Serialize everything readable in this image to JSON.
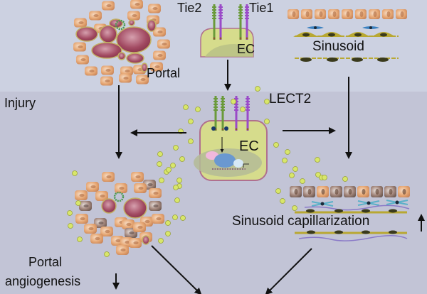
{
  "sections": {
    "injury_label": "Injury"
  },
  "normal": {
    "portal_label": "Portal",
    "receptor_left_label": "Tie2",
    "receptor_right_label": "Tie1",
    "cell_label": "EC",
    "sinusoid_label": "Sinusoid"
  },
  "injury": {
    "ligand_label": "LECT2",
    "cell_label": "EC",
    "sinusoid_outcome_label": "Sinusoid capillarization",
    "portal_outcome_line1": "Portal",
    "portal_outcome_line2": "angiogenesis"
  },
  "colors": {
    "background_top": "#ccd1e1",
    "background_bottom": "#c2c4d6",
    "cell_fill": "#d6dc8c",
    "cell_border": "#b0708e",
    "tie2": "#6a9a3a",
    "tie1": "#9a4ac8",
    "lect2_dot": "#d8e66a",
    "hepatocyte": "#e0a070",
    "vessel": "#a24a62",
    "stellate": "#b8a832",
    "kupffer": "#3a80c0"
  },
  "indicators": {
    "sinusoid_capillarization": "up",
    "portal_angiogenesis": "down"
  }
}
